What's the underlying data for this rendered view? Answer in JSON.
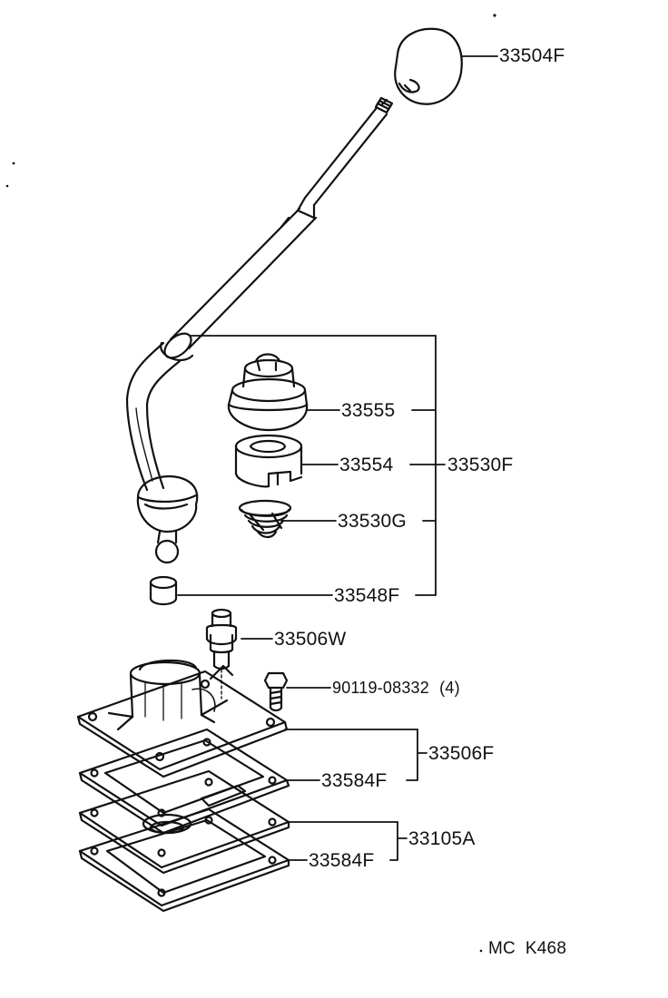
{
  "colors": {
    "ink": "#111111",
    "paper": "#ffffff"
  },
  "parts": [
    {
      "id": "knob",
      "number": "33504F"
    },
    {
      "id": "boot",
      "number": "33555"
    },
    {
      "id": "retainer",
      "number": "33554"
    },
    {
      "id": "lever-assy",
      "number": "33530F"
    },
    {
      "id": "spring",
      "number": "33530G"
    },
    {
      "id": "bushing",
      "number": "33548F"
    },
    {
      "id": "pin",
      "number": "33506W"
    },
    {
      "id": "bolt",
      "number": "90119-08332",
      "qty": "(4)"
    },
    {
      "id": "retainer-housing",
      "number": "33506F"
    },
    {
      "id": "gasket-upper",
      "number": "33584F"
    },
    {
      "id": "plate-assy",
      "number": "33105A"
    },
    {
      "id": "gasket-lower",
      "number": "33584F"
    }
  ],
  "reference": {
    "code": "MC  K468"
  }
}
